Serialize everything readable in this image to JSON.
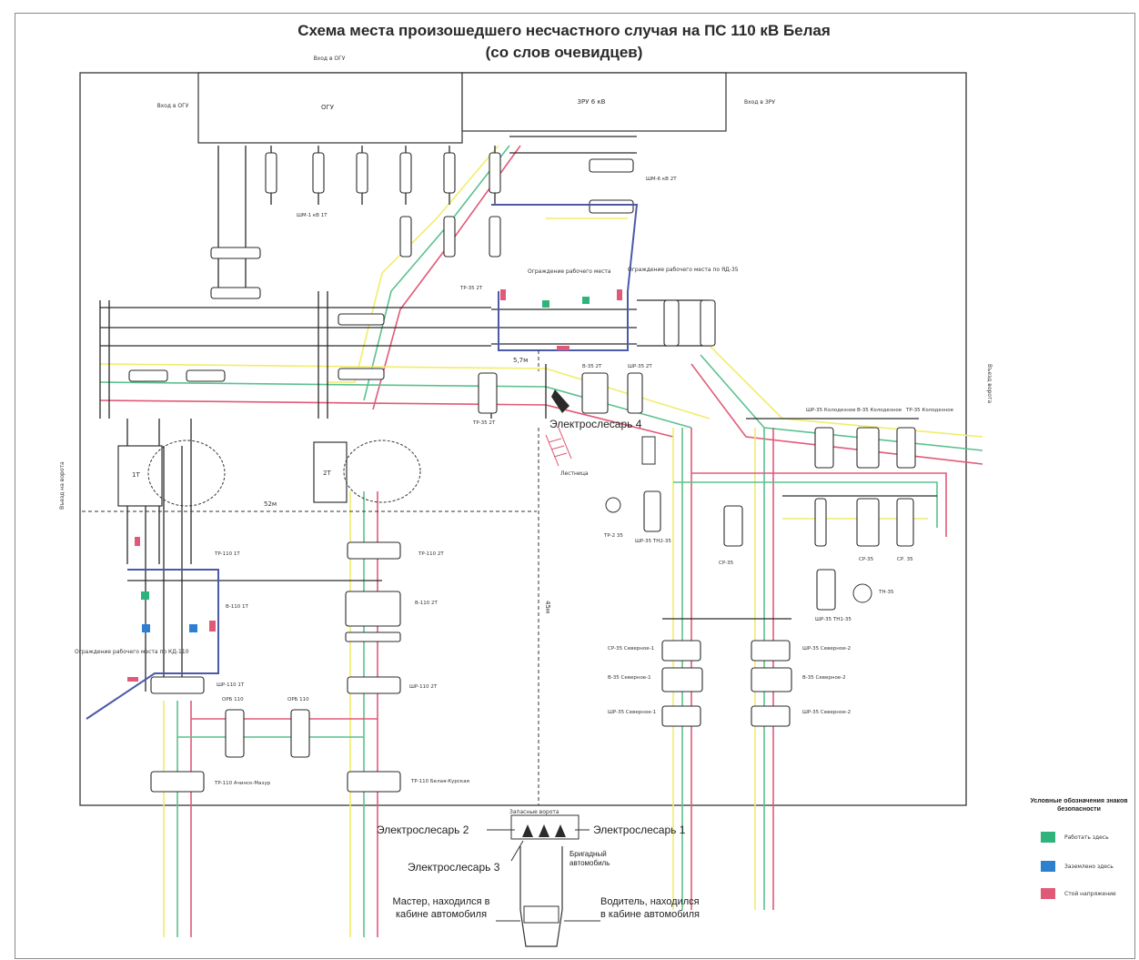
{
  "title": {
    "line1": "Схема места произошедшего несчастного случая на ПС 110 кВ Белая",
    "line2": "(со слов очевидцев)"
  },
  "labels": {
    "ogu": "ОГУ",
    "zru": "ЗРУ 6 кВ",
    "entry_ogu_top": "Вход в ОГУ",
    "entry_ogu_left": "Вход в ОГУ",
    "entry_zru": "Вход в ЗРУ",
    "shm6": "ШМ-6 кВ 2Т",
    "shm1": "ШМ-1 кВ 1Т",
    "fence_work": "Ограждение рабочего места",
    "fence_right": "Ограждение рабочего места по ЯД-35",
    "t1": "1Т",
    "t2": "2Т",
    "tr110_1": "ТР-110 1Т",
    "tr110_2": "ТР-110 2Т",
    "v110_1": "В-110 1Т",
    "v110_2": "В-110 2Т",
    "shr110_1": "ШР-110 1Т",
    "shr110_2": "ШР-110 2Т",
    "ora110": "ОРБ 110",
    "ora110b": "ОРБ 110",
    "tr110_bottom1": "ТР-110 Ачинск-Мазур",
    "tr110_bottom2": "ТР-110 Белая-Курская",
    "tr35_left": "ТР-35 2Т",
    "tr35_mid": "ТР-35 2Т",
    "v35": "В-35 2Т",
    "shr35": "ШР-35 2Т",
    "dim52": "52м",
    "dim5": "5,7м",
    "dim45": "45м",
    "elec4": "Электрослесарь 4",
    "ladder": "Лестница",
    "tp2": "ТР-2 35",
    "shr35_tn": "ШР-35 ТН2-35",
    "sr35": "СР-35",
    "sr35b": "СР-35",
    "cr35": "СР. 35",
    "shr35_kol": "ШР-35 Колодезное",
    "v35_kol": "В-35 Колодезное",
    "tr35_kol": "ТР-35 Колодезное",
    "shr35_tn1": "ШР-35 ТН1-35",
    "tn": "ТН-35",
    "sr35_sev1": "СР-35 Северное-1",
    "v35_sev": "В-35 Северное-1",
    "shr35_sev": "ШР-35 Северное-1",
    "sr35_sev2": "ШР-35 Северное-2",
    "v35_sev2": "В-35 Северное-2",
    "shr35_sev2": "ШР-35 Северное-2",
    "fence_bottom_left": "Ограждение рабочего места по КД-110",
    "side_left": "Въезд на ворота",
    "side_right": "Въезд ворота",
    "gate": "Запасные ворота",
    "elec1": "Электрослесарь 1",
    "elec2": "Электрослесарь 2",
    "elec3": "Электрослесарь 3",
    "truck": "Бригадный автомобиль",
    "master": "Мастер, находился в кабине автомобиля",
    "driver": "Водитель, находился в кабине автомобиля"
  },
  "legend": {
    "title": "Условные обозначения знаков безопасности",
    "items": [
      {
        "color": "#2fb37a",
        "label": "Работать здесь"
      },
      {
        "color": "#2d7fd0",
        "label": "Заземлено здесь"
      },
      {
        "color": "#e05a78",
        "label": "Стой напряжение"
      }
    ]
  },
  "colors": {
    "yellow": "#f2ec6a",
    "green": "#5ac18e",
    "red": "#e05a78",
    "black": "#2a2a2a",
    "fence": "#4a5aa8"
  }
}
